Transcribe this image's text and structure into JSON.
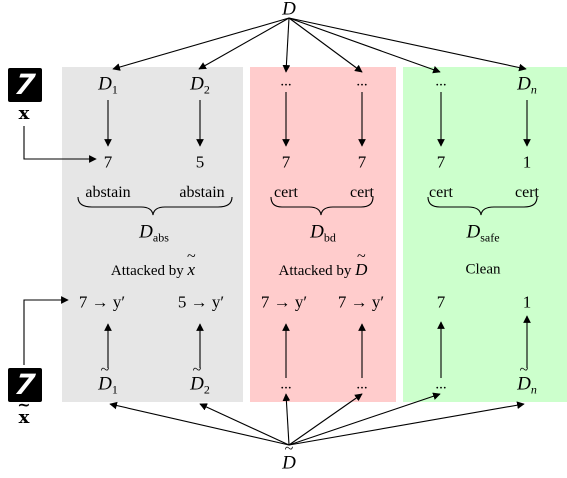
{
  "top_node": "D",
  "bottom_node": "D",
  "input_clean_label": "x",
  "input_attacked_label": "x",
  "digit_glyph": "7",
  "colors": {
    "abs_panel": "#e6e6e6",
    "bd_panel": "#ffcccc",
    "safe_panel": "#ccffcc",
    "line": "#000000"
  },
  "abs": {
    "sets": [
      "D",
      "D"
    ],
    "set_subs": [
      "1",
      "2"
    ],
    "predictions": [
      "7",
      "5"
    ],
    "cert": [
      "abstain",
      "abstain"
    ],
    "group_name": "D",
    "group_sub": "abs",
    "attack_prefix": "Attacked by",
    "attack_var": "x",
    "attacked_pred_left": "7 → y′",
    "attacked_pred_right": "5 → y′",
    "bottom_sets": [
      "D",
      "D"
    ],
    "bottom_subs": [
      "1",
      "2"
    ]
  },
  "bd": {
    "sets": [
      "...",
      "..."
    ],
    "predictions": [
      "7",
      "7"
    ],
    "cert": [
      "cert",
      "cert"
    ],
    "group_name": "D",
    "group_sub": "bd",
    "attack_prefix": "Attacked by",
    "attack_var": "D",
    "attacked_pred_left": "7 → y′",
    "attacked_pred_right": "7 → y′",
    "bottom_sets": [
      "...",
      "..."
    ]
  },
  "safe": {
    "sets": [
      "...",
      "D"
    ],
    "set_sub": "n",
    "predictions": [
      "7",
      "1"
    ],
    "cert": [
      "cert",
      "cert"
    ],
    "group_name": "D",
    "group_sub": "safe",
    "status": "Clean",
    "outputs": [
      "7",
      "1"
    ],
    "bottom_sets": [
      "...",
      "D"
    ],
    "bottom_sub": "n"
  }
}
